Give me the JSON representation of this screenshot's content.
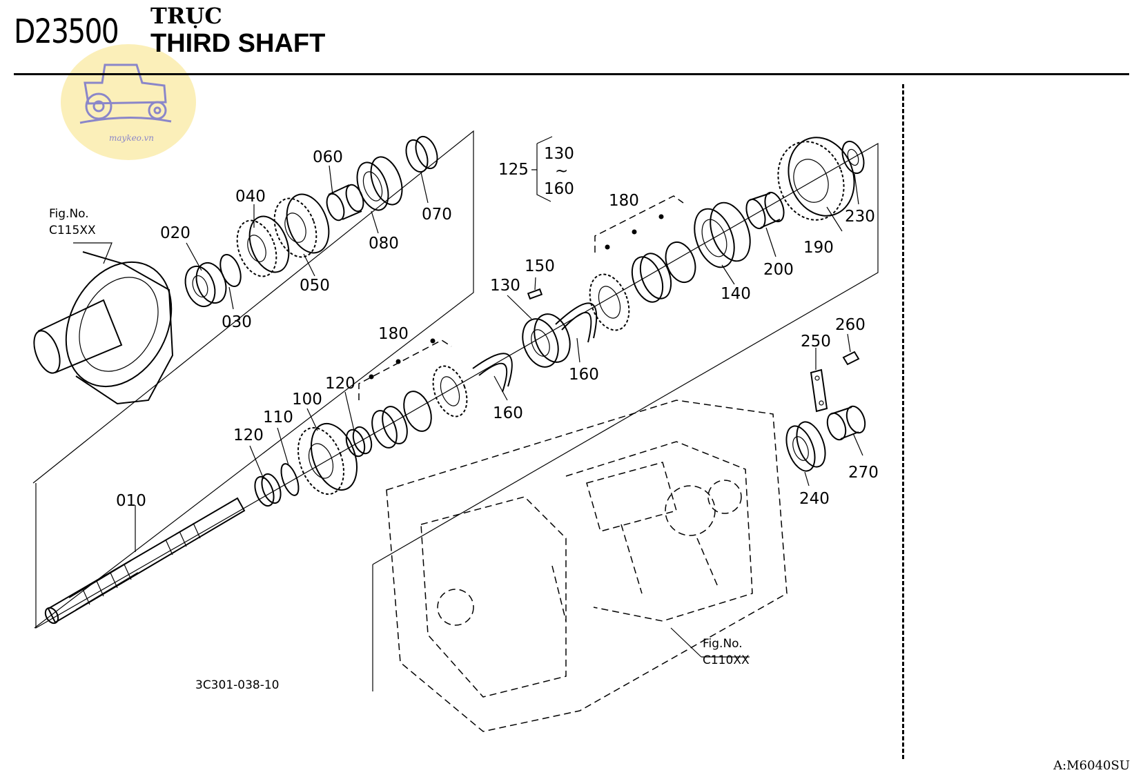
{
  "header": {
    "section_code": "D23500",
    "title_vn": "TRỤC",
    "title_en": "THIRD SHAFT"
  },
  "watermark": {
    "text": "maykeo.vn"
  },
  "fig_refs": {
    "left_top": {
      "line1": "Fig.No.",
      "line2": "C115XX"
    },
    "right_bottom": {
      "line1": "Fig.No.",
      "line2": "C110XX"
    }
  },
  "drawing_code": "3C301-038-10",
  "footer": {
    "model": "A:M6040SU"
  },
  "parts": {
    "p010": "010",
    "p020": "020",
    "p030": "030",
    "p040": "040",
    "p050": "050",
    "p060": "060",
    "p070": "070",
    "p080": "080",
    "p100": "100",
    "p110": "110",
    "p120a": "120",
    "p120b": "120",
    "p125": "125",
    "p125_from": "130",
    "p125_tilde": "~",
    "p125_to": "160",
    "p130": "130",
    "p140": "140",
    "p150": "150",
    "p160a": "160",
    "p160b": "160",
    "p180a": "180",
    "p180b": "180",
    "p190": "190",
    "p200": "200",
    "p230": "230",
    "p240": "240",
    "p250": "250",
    "p260": "260",
    "p270": "270"
  }
}
